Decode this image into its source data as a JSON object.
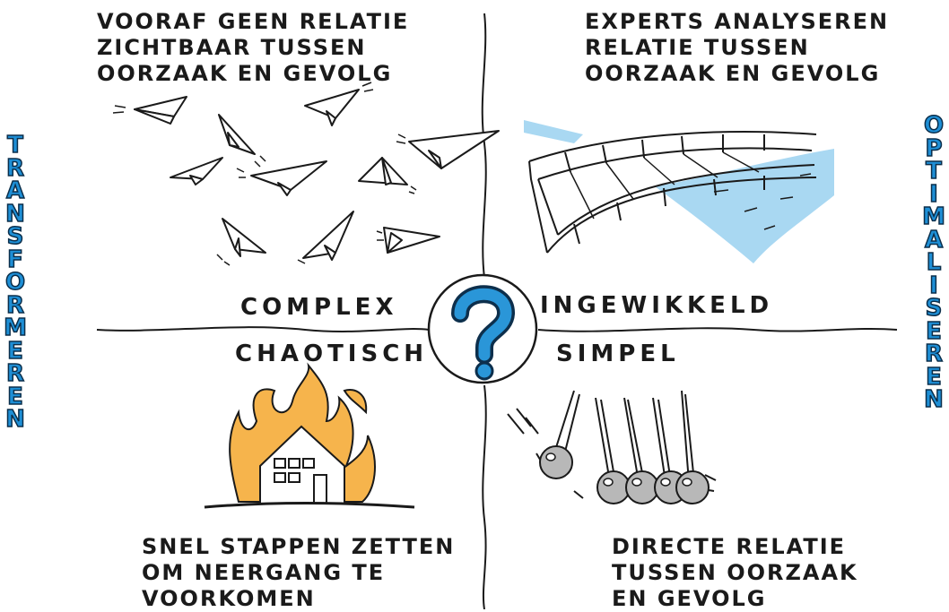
{
  "quadrants": {
    "complex": {
      "domain": "COMPLEX",
      "description": [
        "VOORAF GEEN RELATIE",
        "ZICHTBAAR TUSSEN",
        "OORZAAK EN GEVOLG"
      ]
    },
    "complicated": {
      "domain": "INGEWIKKELD",
      "description": [
        "EXPERTS ANALYSEREN",
        "RELATIE TUSSEN",
        "OORZAAK EN GEVOLG"
      ]
    },
    "chaotic": {
      "domain": "CHAOTISCH",
      "description": [
        "SNEL STAPPEN ZETTEN",
        "OM NEERGANG TE",
        "VOORKOMEN"
      ]
    },
    "simple": {
      "domain": "SIMPEL",
      "description": [
        "DIRECTE RELATIE",
        "TUSSEN OORZAAK",
        "EN GEVOLG"
      ]
    }
  },
  "left_label": "TRANSFORMEREN",
  "right_label": "OPTIMALISEREN",
  "center_symbol": "?",
  "colors": {
    "label_blue": "#1e8fd6",
    "water_blue": "#a9d8f2",
    "fire_orange": "#f6b44c",
    "question_blue": "#2a96d8",
    "ink": "#1a1a1a"
  },
  "icons": {
    "complex": "paper-airplanes",
    "complicated": "bridge-over-water",
    "chaotic": "house-on-fire",
    "simple": "newtons-cradle"
  }
}
